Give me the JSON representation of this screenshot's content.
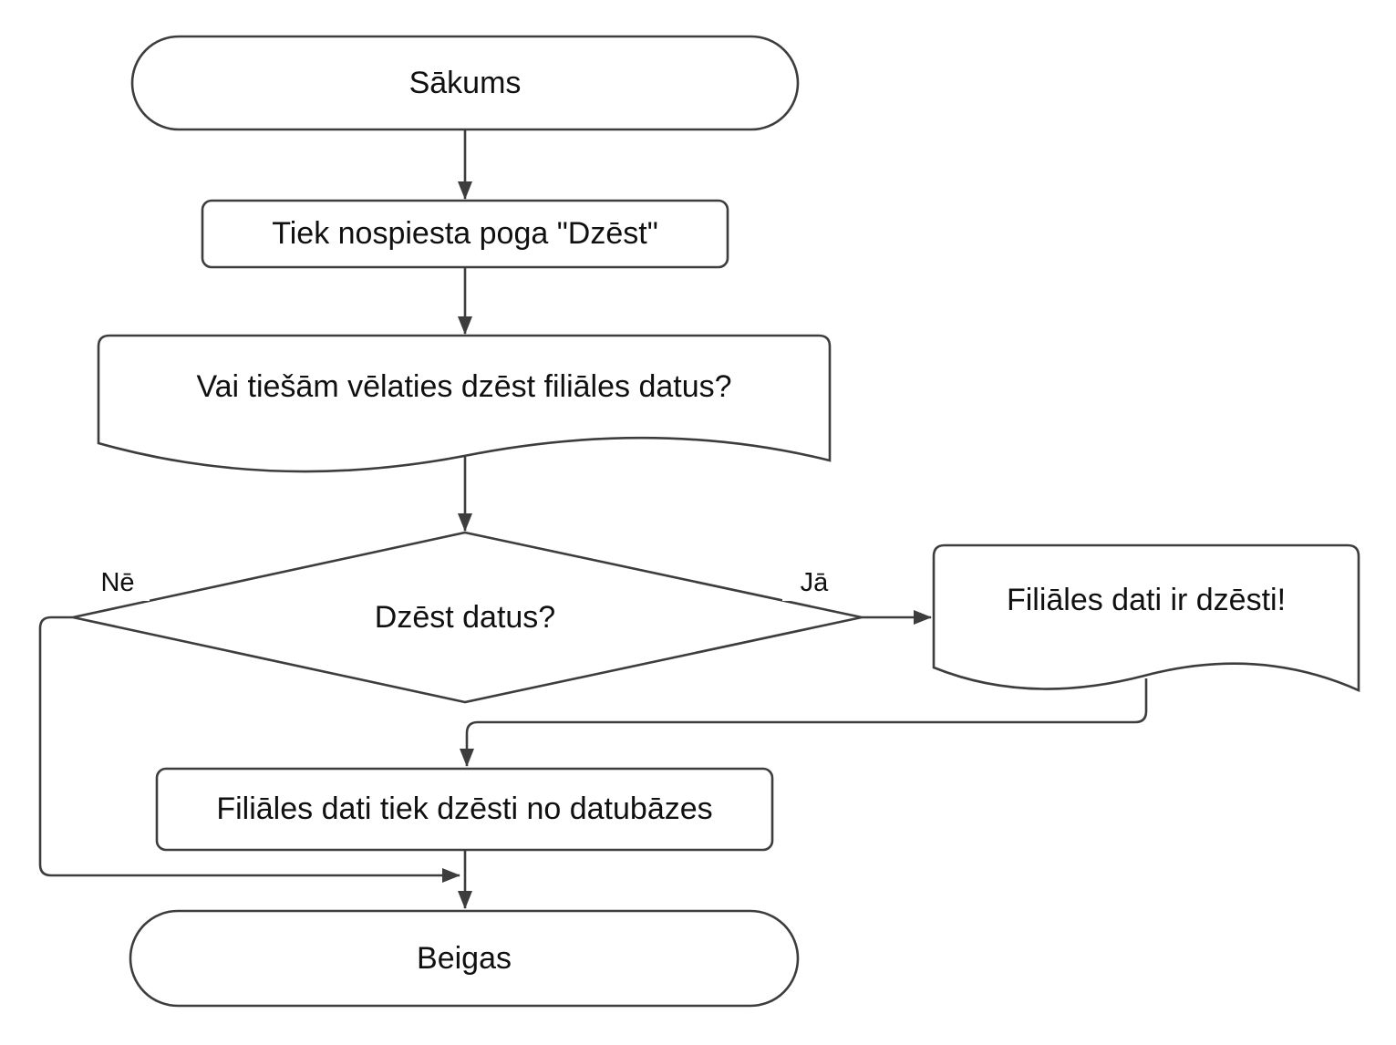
{
  "diagram": {
    "colors": {
      "stroke": "#3d3d3d",
      "background": "#ffffff",
      "text": "#101010"
    },
    "nodes": {
      "start": {
        "type": "terminator",
        "label": "Sākums"
      },
      "press_button": {
        "type": "process",
        "label": "Tiek nospiesta poga \"Dzēst\""
      },
      "confirm_dialog": {
        "type": "document",
        "label": "Vai tiešām vēlaties dzēst filiāles datus?"
      },
      "decision": {
        "type": "decision",
        "label": "Dzēst datus?"
      },
      "deleted_message": {
        "type": "document",
        "label": "Filiāles dati ir dzēsti!"
      },
      "delete_process": {
        "type": "process",
        "label": "Filiāles dati tiek dzēsti no datubāzes"
      },
      "end": {
        "type": "terminator",
        "label": "Beigas"
      }
    },
    "edges": {
      "no_label": "Nē",
      "yes_label": "Jā"
    }
  }
}
